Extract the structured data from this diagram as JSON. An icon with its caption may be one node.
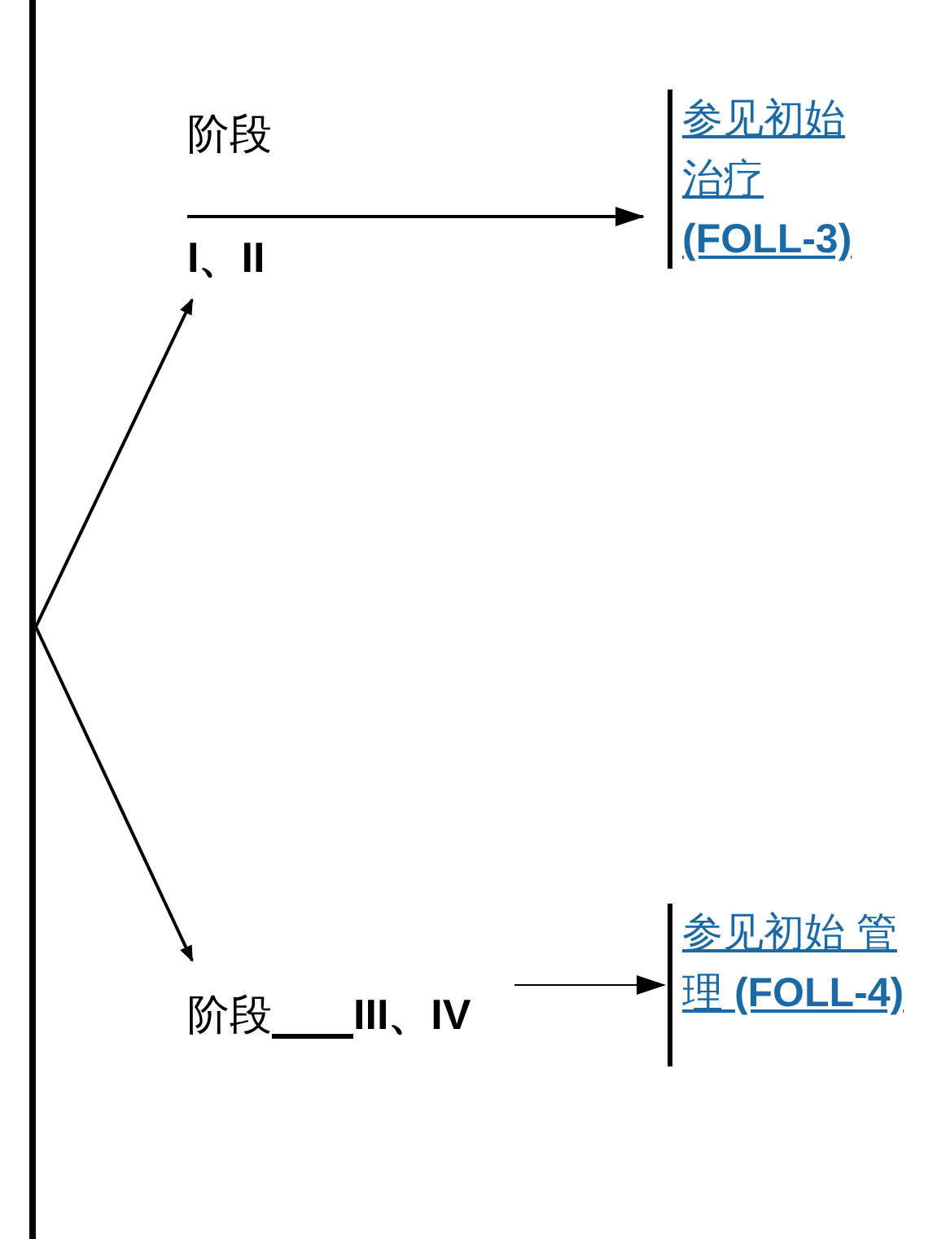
{
  "diagram": {
    "nodes": [
      {
        "text": [],
        "shape": "bar"
      },
      {
        "text": [
          "阶段",
          "I、II"
        ]
      },
      {
        "text": [
          "参见初始治疗 **(FOLL-3)**"
        ]
      },
      {
        "text": [
          "阶段",
          "III、IV"
        ]
      },
      {
        "text": [
          "参见初始 管理 **(FOLL-4)**"
        ]
      }
    ],
    "edges": [
      {
        "from": 0,
        "to": 1,
        "arrow": "to"
      },
      {
        "from": 0,
        "to": 3,
        "arrow": "to"
      },
      {
        "from": 1,
        "to": 2,
        "arrow": "to"
      },
      {
        "from": 3,
        "to": 4,
        "arrow": "to"
      }
    ]
  }
}
